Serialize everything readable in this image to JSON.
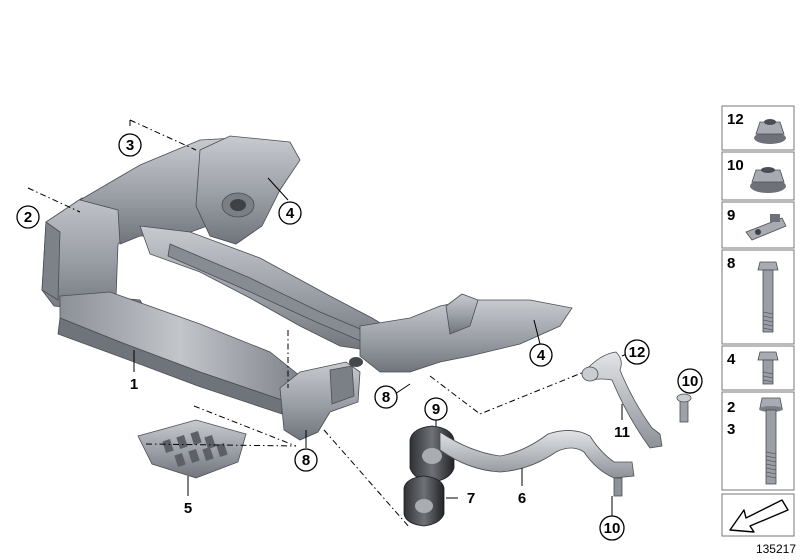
{
  "callouts": [
    {
      "id": "c3",
      "label": "3"
    },
    {
      "id": "c2",
      "label": "2"
    },
    {
      "id": "c4a",
      "label": "4"
    },
    {
      "id": "c4b",
      "label": "4"
    },
    {
      "id": "c12",
      "label": "12"
    },
    {
      "id": "c10a",
      "label": "10"
    },
    {
      "id": "c8a",
      "label": "8"
    },
    {
      "id": "c9",
      "label": "9"
    },
    {
      "id": "c8b",
      "label": "8"
    },
    {
      "id": "c10b",
      "label": "10"
    }
  ],
  "plain_labels": [
    {
      "id": "p1",
      "label": "1"
    },
    {
      "id": "p5",
      "label": "5"
    },
    {
      "id": "p6",
      "label": "6"
    },
    {
      "id": "p7",
      "label": "7"
    },
    {
      "id": "p11",
      "label": "11"
    }
  ],
  "panel": [
    {
      "label": "12",
      "icon": "flange-nut-icon"
    },
    {
      "label": "10",
      "icon": "collar-nut-icon"
    },
    {
      "label": "9",
      "icon": "clip-nut-icon"
    },
    {
      "label": "8",
      "icon": "long-bolt-icon"
    },
    {
      "label": "4",
      "icon": "short-bolt-icon"
    },
    {
      "label": "2",
      "label2": "3",
      "icon": "hex-bolt-icon"
    },
    {
      "label": "",
      "icon": "arrow-icon"
    }
  ],
  "doc_number": "135217",
  "colors": {
    "part_fill": "#9ea2a8",
    "part_light": "#c4c7cc",
    "part_dark": "#6b6f76"
  }
}
